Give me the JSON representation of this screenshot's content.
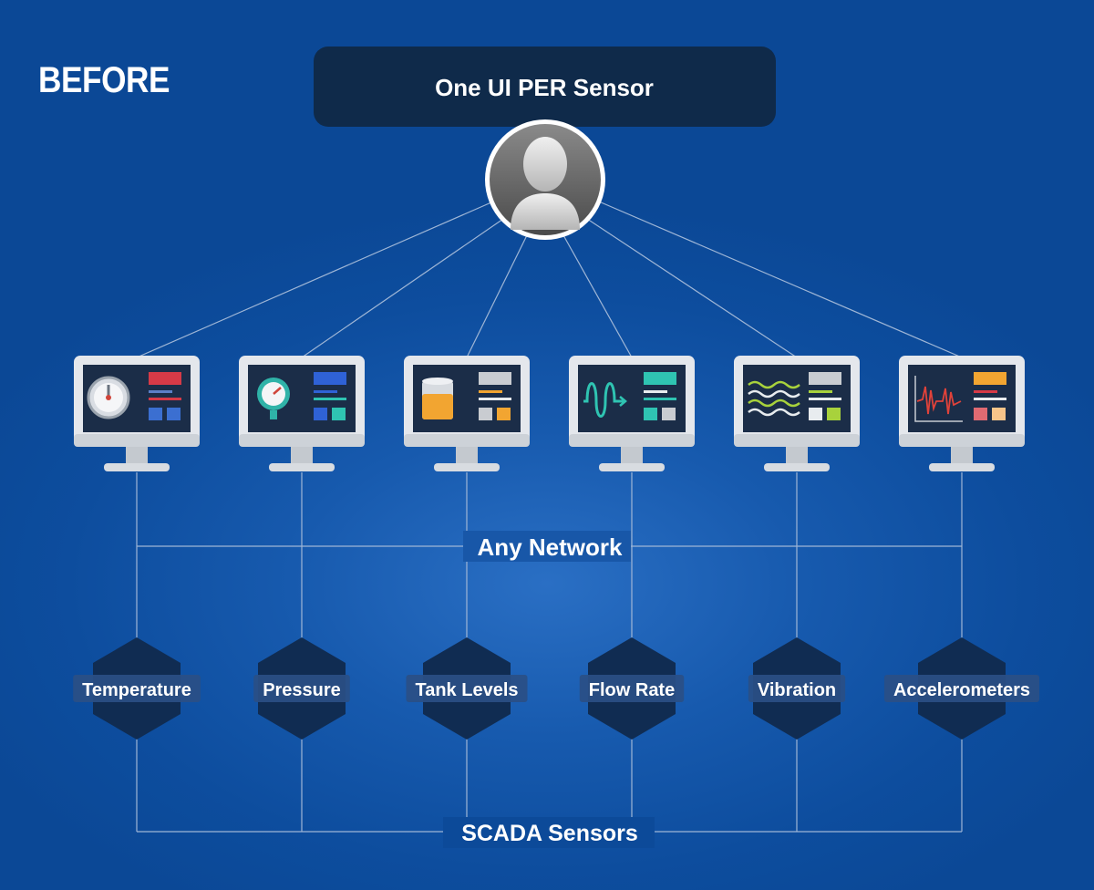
{
  "stage_label": "BEFORE",
  "title": "One UI PER Sensor",
  "network_label": "Any Network",
  "bus_label": "SCADA Sensors",
  "colors": {
    "background": "#0d4d9e",
    "title_box": "#0f2a4a",
    "hexagon": "#102c52",
    "sensor_label_bg": "#2a4f86",
    "screen": "#1b2d48",
    "monitor_frame": "#e4e7ec",
    "line": "#9fb6d6"
  },
  "workstations": [
    {
      "icon": "gauge-icon"
    },
    {
      "icon": "pressure-gauge-icon"
    },
    {
      "icon": "tank-icon"
    },
    {
      "icon": "flow-coil-icon"
    },
    {
      "icon": "wave-icon"
    },
    {
      "icon": "waveform-chart-icon"
    }
  ],
  "sensors": [
    {
      "label": "Temperature"
    },
    {
      "label": "Pressure"
    },
    {
      "label": "Tank Levels"
    },
    {
      "label": "Flow Rate"
    },
    {
      "label": "Vibration"
    },
    {
      "label": "Accelerometers"
    }
  ]
}
